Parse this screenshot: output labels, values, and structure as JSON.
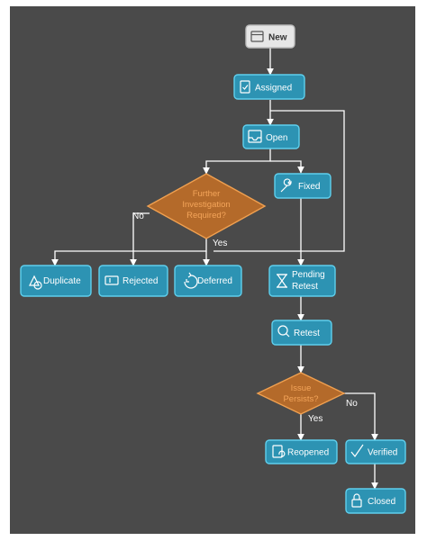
{
  "nodes": {
    "new": "New",
    "assigned": "Assigned",
    "open": "Open",
    "fixed": "Fixed",
    "duplicate": "Duplicate",
    "rejected": "Rejected",
    "deferred": "Deferred",
    "pending_retest_1": "Pending",
    "pending_retest_2": "Retest",
    "retest": "Retest",
    "reopened": "Reopened",
    "verified": "Verified",
    "closed": "Closed"
  },
  "decisions": {
    "investigation_1": "Further",
    "investigation_2": "Investigation",
    "investigation_3": "Required?",
    "issue_1": "Issue",
    "issue_2": "Persists?"
  },
  "edge_labels": {
    "investigation_no": "No",
    "investigation_yes": "Yes",
    "issue_yes": "Yes",
    "issue_no": "No"
  },
  "colors": {
    "background": "#4a4a4a",
    "process_fill": "#2d93b3",
    "process_stroke": "#5fd0ee",
    "decision_fill": "#b46a2a",
    "decision_stroke": "#f0a050",
    "decision_text": "#f4a55a",
    "start_fill": "#e6e6e6"
  },
  "icons": {
    "new": "window-icon",
    "assigned": "clipboard-check-icon",
    "open": "inbox-icon",
    "fixed": "wrench-icon",
    "duplicate": "shapes-icon",
    "rejected": "ticket-icon",
    "deferred": "clock-arrow-icon",
    "pending_retest": "hourglass-icon",
    "retest": "magnifier-icon",
    "reopened": "doc-refresh-icon",
    "verified": "check-icon",
    "closed": "lock-icon"
  }
}
